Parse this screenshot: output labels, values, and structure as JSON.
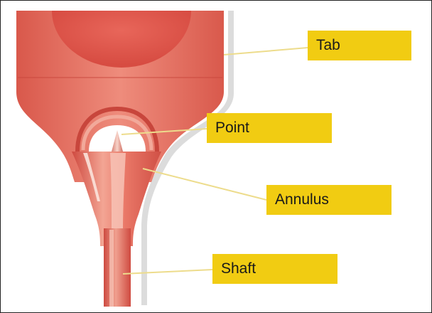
{
  "labels": {
    "tab": "Tab",
    "point": "Point",
    "annulus": "Annulus",
    "shaft": "Shaft"
  },
  "colors": {
    "label_fill": "#f1cc12",
    "leader_line": "#eddc8c",
    "body_light": "#ee8b7b",
    "body_mid": "#e06a5c",
    "body_dark": "#cf4c41",
    "shadow": "#d8d8d8",
    "frame_border": "#222222"
  }
}
